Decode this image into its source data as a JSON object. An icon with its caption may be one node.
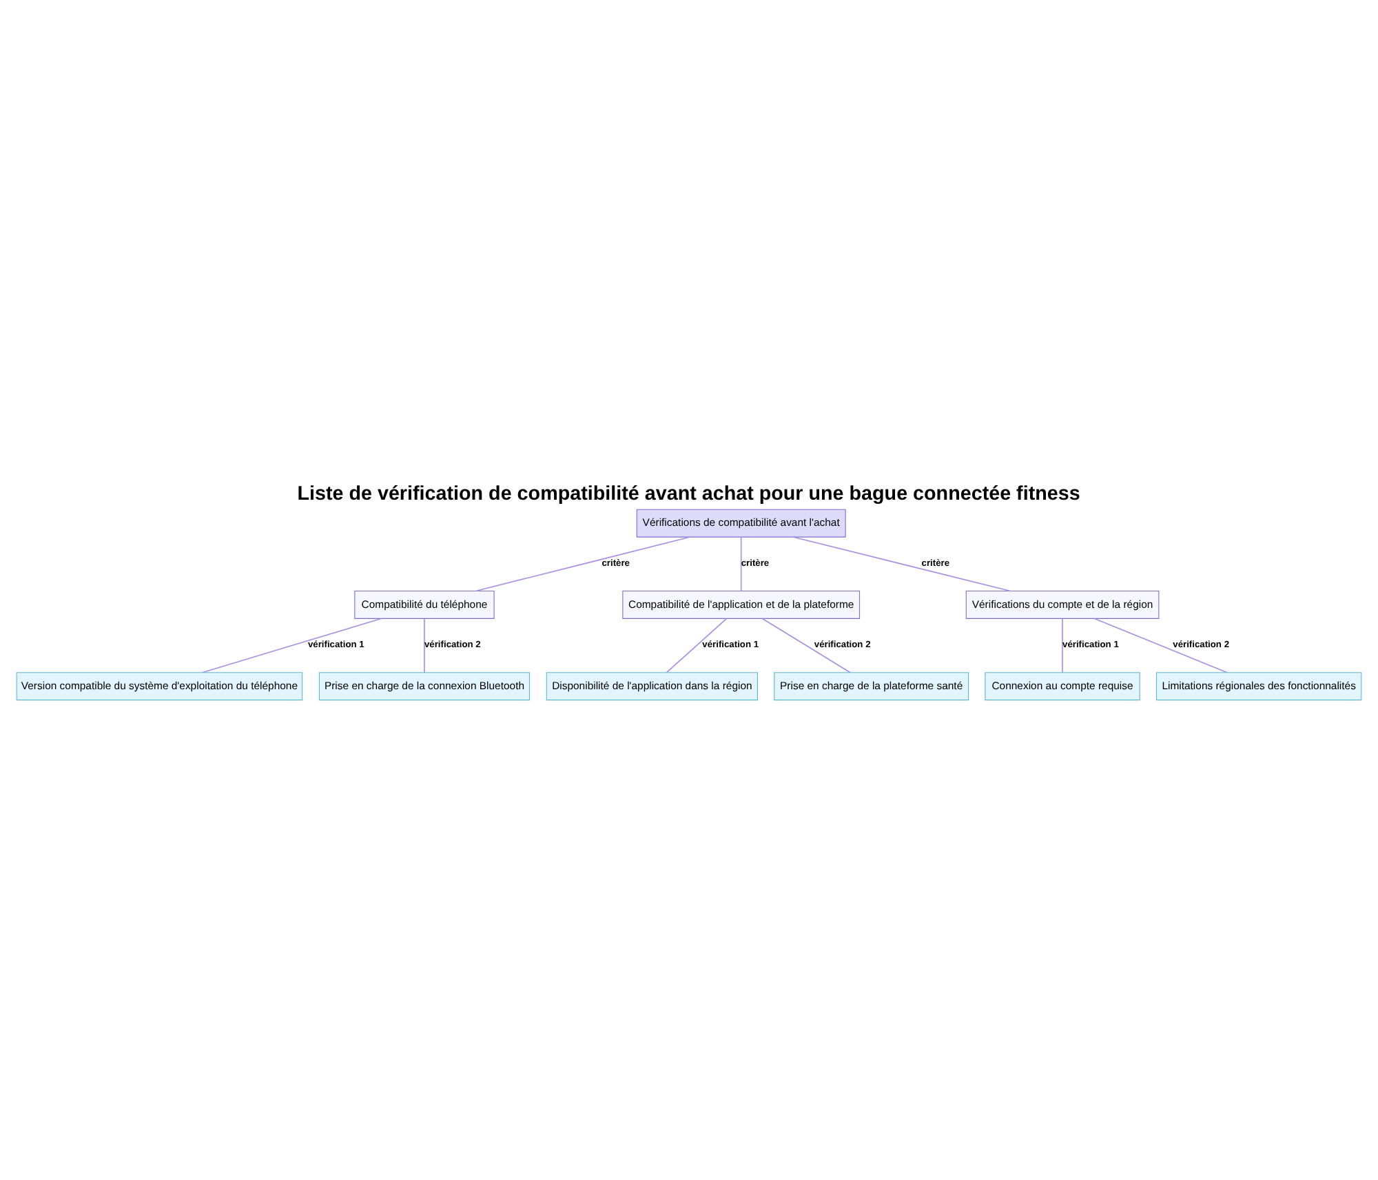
{
  "diagram": {
    "title": "Liste de vérification de compatibilité avant achat pour une bague connectée fitness",
    "nodes": [
      {
        "text": [
          "Vérifications de compatibilité avant l'achat"
        ]
      },
      {
        "text": [
          "Compatibilité du téléphone"
        ]
      },
      {
        "text": [
          "Compatibilité de l'application et de la plateforme"
        ]
      },
      {
        "text": [
          "Vérifications du compte et de la région"
        ]
      },
      {
        "text": [
          "Version compatible du système d'exploitation du téléphone"
        ]
      },
      {
        "text": [
          "Prise en charge de la connexion Bluetooth"
        ]
      },
      {
        "text": [
          "Disponibilité de l'application dans la région"
        ]
      },
      {
        "text": [
          "Prise en charge de la plateforme santé"
        ]
      },
      {
        "text": [
          "Connexion au compte requise"
        ]
      },
      {
        "text": [
          "Limitations régionales des fonctionnalités"
        ]
      }
    ],
    "edges": [
      {
        "from": 0,
        "to": 1,
        "arrow": "none",
        "label": "critère"
      },
      {
        "from": 0,
        "to": 2,
        "arrow": "none",
        "label": "critère"
      },
      {
        "from": 0,
        "to": 3,
        "arrow": "none",
        "label": "critère"
      },
      {
        "from": 1,
        "to": 4,
        "arrow": "none",
        "label": "vérification 1"
      },
      {
        "from": 1,
        "to": 5,
        "arrow": "none",
        "label": "vérification 2"
      },
      {
        "from": 2,
        "to": 6,
        "arrow": "none",
        "label": "vérification 1"
      },
      {
        "from": 2,
        "to": 7,
        "arrow": "none",
        "label": "vérification 2"
      },
      {
        "from": 3,
        "to": 8,
        "arrow": "none",
        "label": "vérification 1"
      },
      {
        "from": 3,
        "to": 9,
        "arrow": "none",
        "label": "vérification 2"
      }
    ]
  }
}
